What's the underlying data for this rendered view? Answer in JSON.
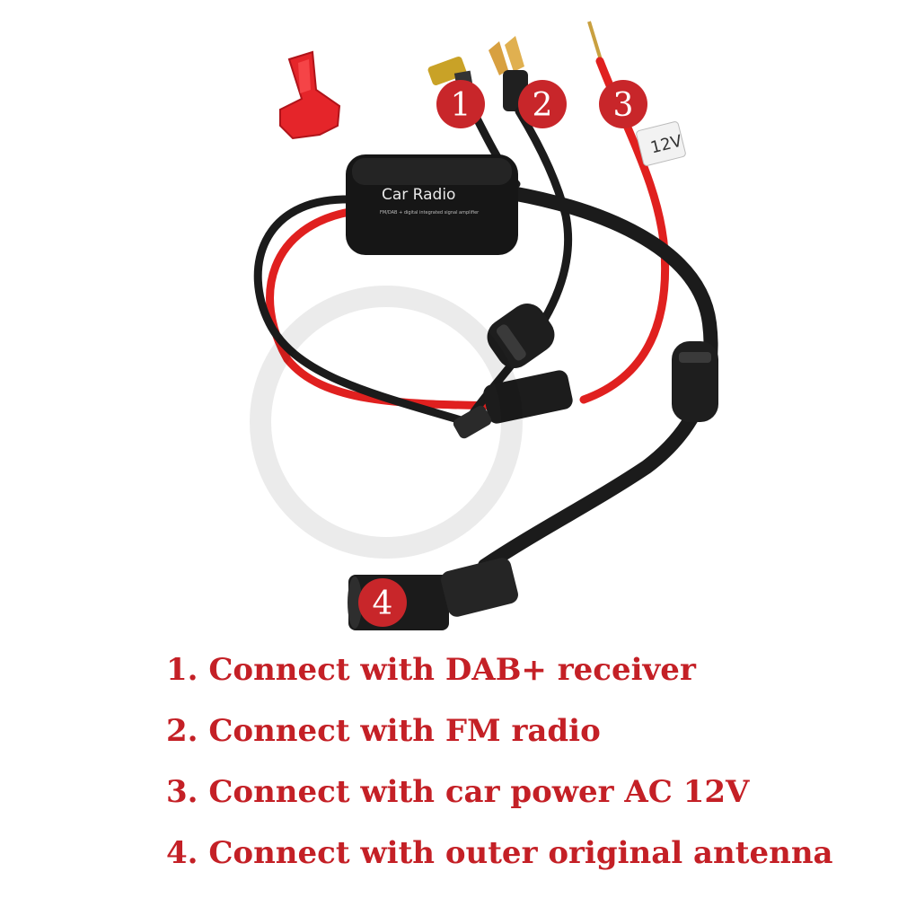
{
  "product": {
    "module_label": "Car Radio",
    "module_sublabel": "FM/DAB + digital integrated signal amplifier",
    "wire_tag": "12V"
  },
  "callouts": [
    {
      "number": "1"
    },
    {
      "number": "2"
    },
    {
      "number": "3"
    },
    {
      "number": "4"
    }
  ],
  "instructions": [
    "1. Connect with DAB+ receiver",
    "2. Connect with FM radio",
    "3. Connect with car power AC 12V",
    "4. Connect with outer original antenna"
  ],
  "colors": {
    "accent_red": "#c42026",
    "badge_red": "#c8262a",
    "cable_black": "#1b1b1b",
    "wire_red": "#e0201f"
  }
}
